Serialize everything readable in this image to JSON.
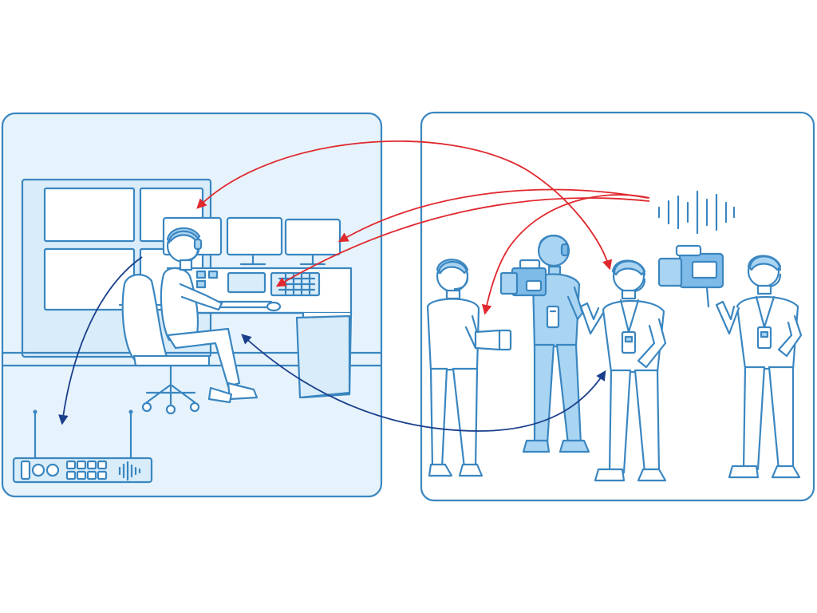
{
  "colors": {
    "line": "#3a86c0",
    "panel_fill": "#e6f3fc",
    "panel_border": "#3a86c0",
    "accent_red": "#e0282e",
    "accent_blue": "#1a3f8c"
  },
  "icons": [
    "audio-wave-icon",
    "antenna-icon",
    "headset-icon",
    "camera-icon"
  ],
  "diagram": {
    "panels": [
      "control-room",
      "field-crew"
    ],
    "links": [
      {
        "from": "director",
        "to": "camera-operator-center",
        "color": "accent_red",
        "bidirectional": true
      },
      {
        "from": "audio-wave",
        "to": "monitor-wall",
        "color": "accent_red",
        "bidirectional": false
      },
      {
        "from": "audio-wave",
        "to": "control-console",
        "color": "accent_red",
        "bidirectional": false
      },
      {
        "from": "audio-wave",
        "to": "camera-operator-left",
        "color": "accent_red",
        "bidirectional": false
      },
      {
        "from": "director",
        "to": "rack-transceiver",
        "color": "accent_blue",
        "bidirectional": false
      },
      {
        "from": "director",
        "to": "presenter",
        "color": "accent_blue",
        "bidirectional": true
      }
    ]
  }
}
